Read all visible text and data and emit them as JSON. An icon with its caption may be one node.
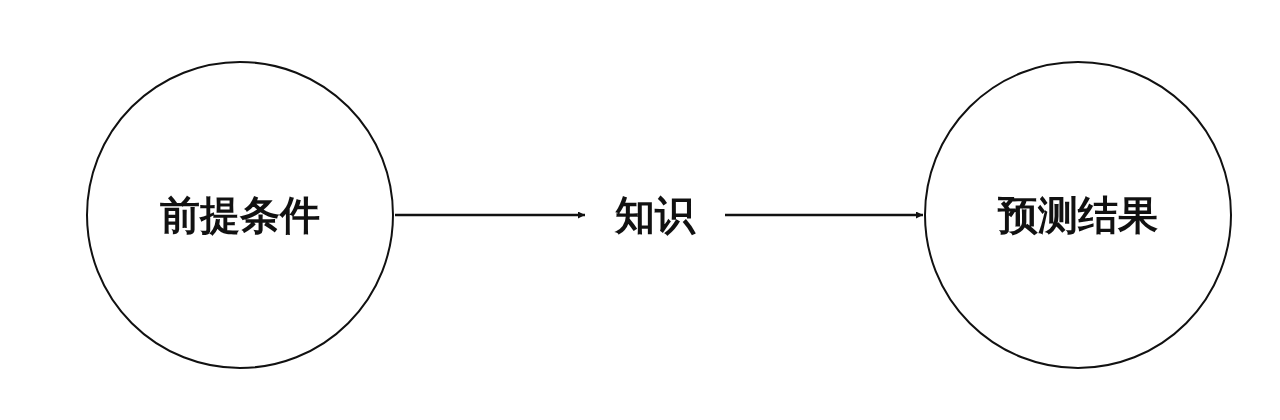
{
  "diagram": {
    "nodes": [
      {
        "text": [
          "前提条件"
        ]
      },
      {
        "text": [
          "知识"
        ]
      },
      {
        "text": [
          "预测结果"
        ]
      }
    ],
    "edges": [
      {
        "from": 0,
        "to": 1,
        "arrow": "to"
      },
      {
        "from": 1,
        "to": 2,
        "arrow": "to"
      }
    ]
  }
}
